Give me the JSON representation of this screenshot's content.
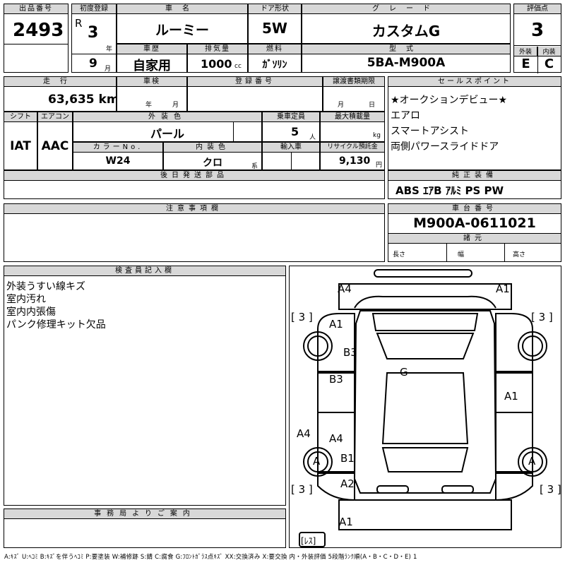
{
  "lot": {
    "label": "出品番号",
    "value": "2493"
  },
  "first_reg": {
    "label": "初度登録",
    "era": "R",
    "year": "3",
    "year_unit": "年",
    "month": "9",
    "month_unit": "月"
  },
  "car_name": {
    "label": "車名",
    "value": "ルーミー"
  },
  "door": {
    "label": "ドア形状",
    "value": "5W"
  },
  "grade": {
    "label": "グレード",
    "value": "カスタムG"
  },
  "score": {
    "label": "評価点",
    "value": "3"
  },
  "history": {
    "label": "車歴",
    "value": "自家用"
  },
  "displacement": {
    "label": "排気量",
    "value": "1000",
    "unit": "cc"
  },
  "fuel": {
    "label": "燃料",
    "value": "ｶﾞｿﾘﾝ"
  },
  "model": {
    "label": "型式",
    "value": "5BA-M900A"
  },
  "exterior": {
    "label": "外装",
    "value": "E"
  },
  "interior": {
    "label": "内装",
    "value": "C"
  },
  "mileage": {
    "label": "走行",
    "value": "63,635 km"
  },
  "inspection": {
    "label": "車検",
    "year_unit": "年",
    "month_unit": "月"
  },
  "registration": {
    "label": "登録番号"
  },
  "transfer_deadline": {
    "label": "譲渡書類期限",
    "month_unit": "月",
    "day_unit": "日"
  },
  "sales_points": {
    "label": "セールスポイント",
    "items": [
      "★オークションデビュー★",
      "エアロ",
      "スマートアシスト",
      "両側パワースライドドア"
    ]
  },
  "shift": {
    "label": "シフト",
    "value": "IAT"
  },
  "aircon": {
    "label": "エアコン",
    "value": "AAC"
  },
  "ext_color": {
    "label": "外装色",
    "value": "パール"
  },
  "capacity": {
    "label": "乗車定員",
    "value": "5",
    "unit": "人"
  },
  "max_load": {
    "label": "最大積載量",
    "unit": "kg"
  },
  "color_no": {
    "label": "カラーNo.",
    "value": "W24"
  },
  "int_color": {
    "label": "内装色",
    "value": "クロ",
    "unit": "系"
  },
  "import": {
    "label": "輸入車"
  },
  "recycle": {
    "label": "リサイクル預託金",
    "value": "9,130",
    "unit": "円"
  },
  "later_parts": {
    "label": "後日発送部品"
  },
  "equipment": {
    "label": "純正装備",
    "value": "ABS ｴｱB ｱﾙﾐ PS PW"
  },
  "notes": {
    "label": "注意事項欄"
  },
  "chassis": {
    "label": "車台番号",
    "value": "M900A-0611021"
  },
  "specs": {
    "label": "諸元",
    "length": "長さ",
    "width": "幅",
    "height": "高さ"
  },
  "inspector": {
    "label": "検査員記入欄",
    "lines": [
      "外装うすい線キズ",
      "室内汚れ",
      "室内内張傷",
      "パンク修理キット欠品"
    ]
  },
  "office": {
    "label": "事務局よりご案内"
  },
  "diagram_marks": {
    "a4_front_left": "A4",
    "a1_front_right": "A1",
    "tire_fl": "[ 3 ]",
    "tire_fr": "[ 3 ]",
    "a1_fender": "A1",
    "b3_hood": "B3",
    "g_glass": "G",
    "b3_door": "B3",
    "a1_door_right": "A1",
    "a4_side_left": "A4",
    "a4_rear_door": "A4",
    "a_wheel_left": "A",
    "a_wheel_right": "A",
    "b1_quarter": "B1",
    "a2_quarter": "A2",
    "tire_rl": "[ 3 ]",
    "tire_rr": "[ 3 ]",
    "a1_rear": "A1",
    "spare": "[ﾚｽ]"
  },
  "legend": "A:ｷｽﾞ U:ﾍｺﾐ B:ｷｽﾞを伴うﾍｺﾐ P:要塗装 W:補修跡 S:錆 C:腐食 G:ﾌﾛﾝﾄｶﾞﾗｽ点ｷｽﾞ XX:交換済み X:要交換 内・外装評価 5段階ﾗﾝｸ順(A・B・C・D・E) 1"
}
